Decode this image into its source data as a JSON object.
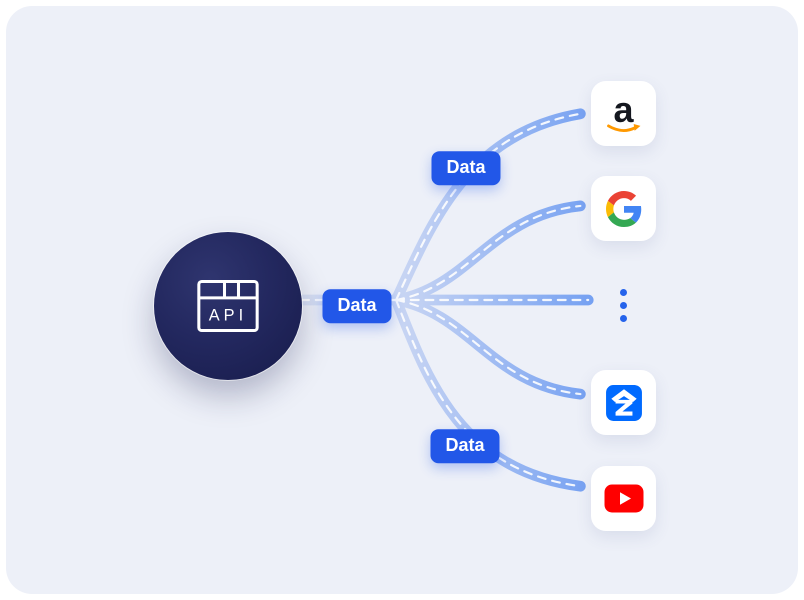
{
  "api_node": {
    "label": "API"
  },
  "edges": {
    "labels": [
      {
        "id": "top",
        "text": "Data"
      },
      {
        "id": "center",
        "text": "Data"
      },
      {
        "id": "bottom",
        "text": "Data"
      }
    ]
  },
  "tiles": {
    "amazon": {
      "name": "Amazon",
      "letter": "a"
    },
    "google": {
      "name": "Google"
    },
    "ellipsis": {
      "name": "More destinations"
    },
    "zillow": {
      "name": "Zillow"
    },
    "youtube": {
      "name": "YouTube"
    }
  },
  "colors": {
    "background": "#edf0f8",
    "badge_blue": "#2257e8",
    "api_circle_navy": "#23285f",
    "pipe_light": "#dbe2f3",
    "pipe_dark": "#5e92f2",
    "dash_white": "#ffffff",
    "dots_blue": "#2563eb",
    "amazon_orange": "#ff9900",
    "amazon_black": "#14171f",
    "google_red": "#EA4335",
    "google_blue": "#4285F4",
    "google_yellow": "#FBBC05",
    "google_green": "#34A853",
    "zillow_blue": "#006AFF",
    "youtube_red": "#ff0000"
  }
}
